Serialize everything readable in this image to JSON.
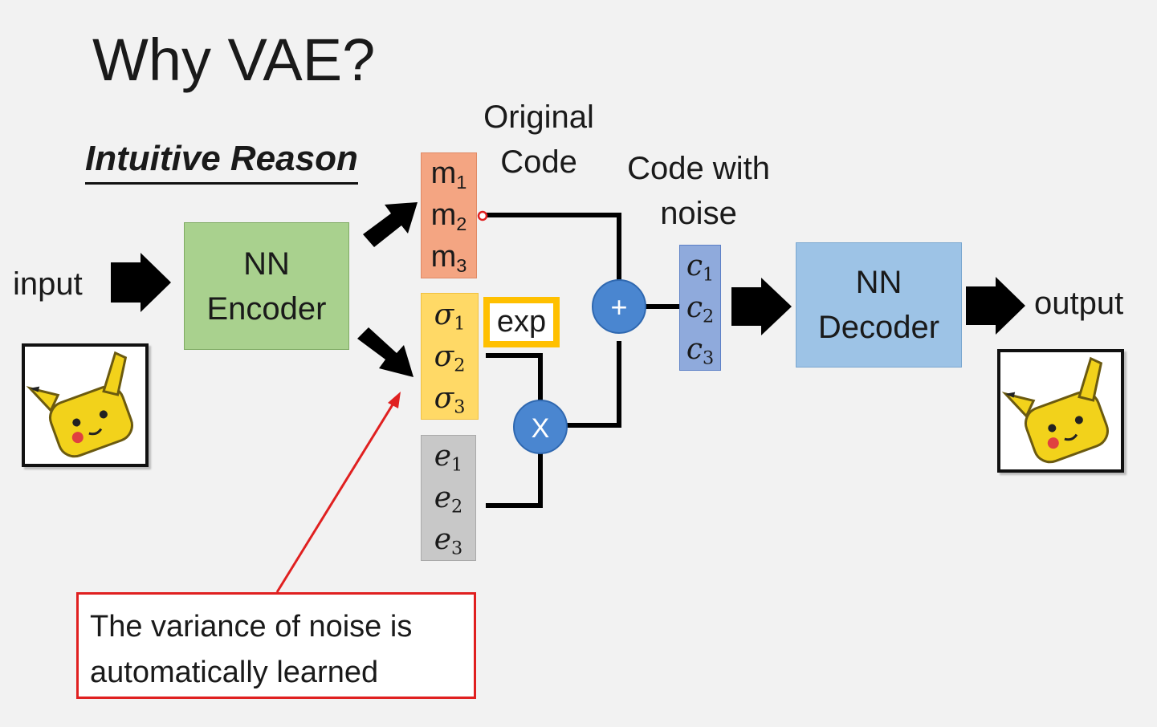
{
  "title": "Why VAE?",
  "subtitle": "Intuitive Reason",
  "labels": {
    "input": "input",
    "output": "output",
    "original_code_line1": "Original",
    "original_code_line2": "Code",
    "code_noise_line1": "Code with",
    "code_noise_line2": "noise",
    "exp": "exp",
    "plus": "+",
    "times": "X"
  },
  "encoder": {
    "line1": "NN",
    "line2": "Encoder"
  },
  "decoder": {
    "line1": "NN",
    "line2": "Decoder"
  },
  "vectors": {
    "m": [
      {
        "base": "m",
        "sub": "1"
      },
      {
        "base": "m",
        "sub": "2"
      },
      {
        "base": "m",
        "sub": "3"
      }
    ],
    "sigma": [
      {
        "base": "σ",
        "sub": "1"
      },
      {
        "base": "σ",
        "sub": "2"
      },
      {
        "base": "σ",
        "sub": "3"
      }
    ],
    "e": [
      {
        "base": "e",
        "sub": "1"
      },
      {
        "base": "e",
        "sub": "2"
      },
      {
        "base": "e",
        "sub": "3"
      }
    ],
    "c": [
      {
        "base": "c",
        "sub": "1"
      },
      {
        "base": "c",
        "sub": "2"
      },
      {
        "base": "c",
        "sub": "3"
      }
    ]
  },
  "note": {
    "line1": "The variance of noise is",
    "line2": "automatically learned"
  },
  "colors": {
    "encoder": "#a9d18e",
    "decoder": "#9dc3e6",
    "m_vector": "#f4a582",
    "sigma_vector": "#ffd966",
    "e_vector": "#c8c8c8",
    "c_vector": "#8faadc",
    "operator": "#4a86d0",
    "exp_border": "#ffc000",
    "note_border": "#e02020"
  },
  "images": {
    "input": "pikachu-sprite",
    "output": "pikachu-sprite"
  }
}
